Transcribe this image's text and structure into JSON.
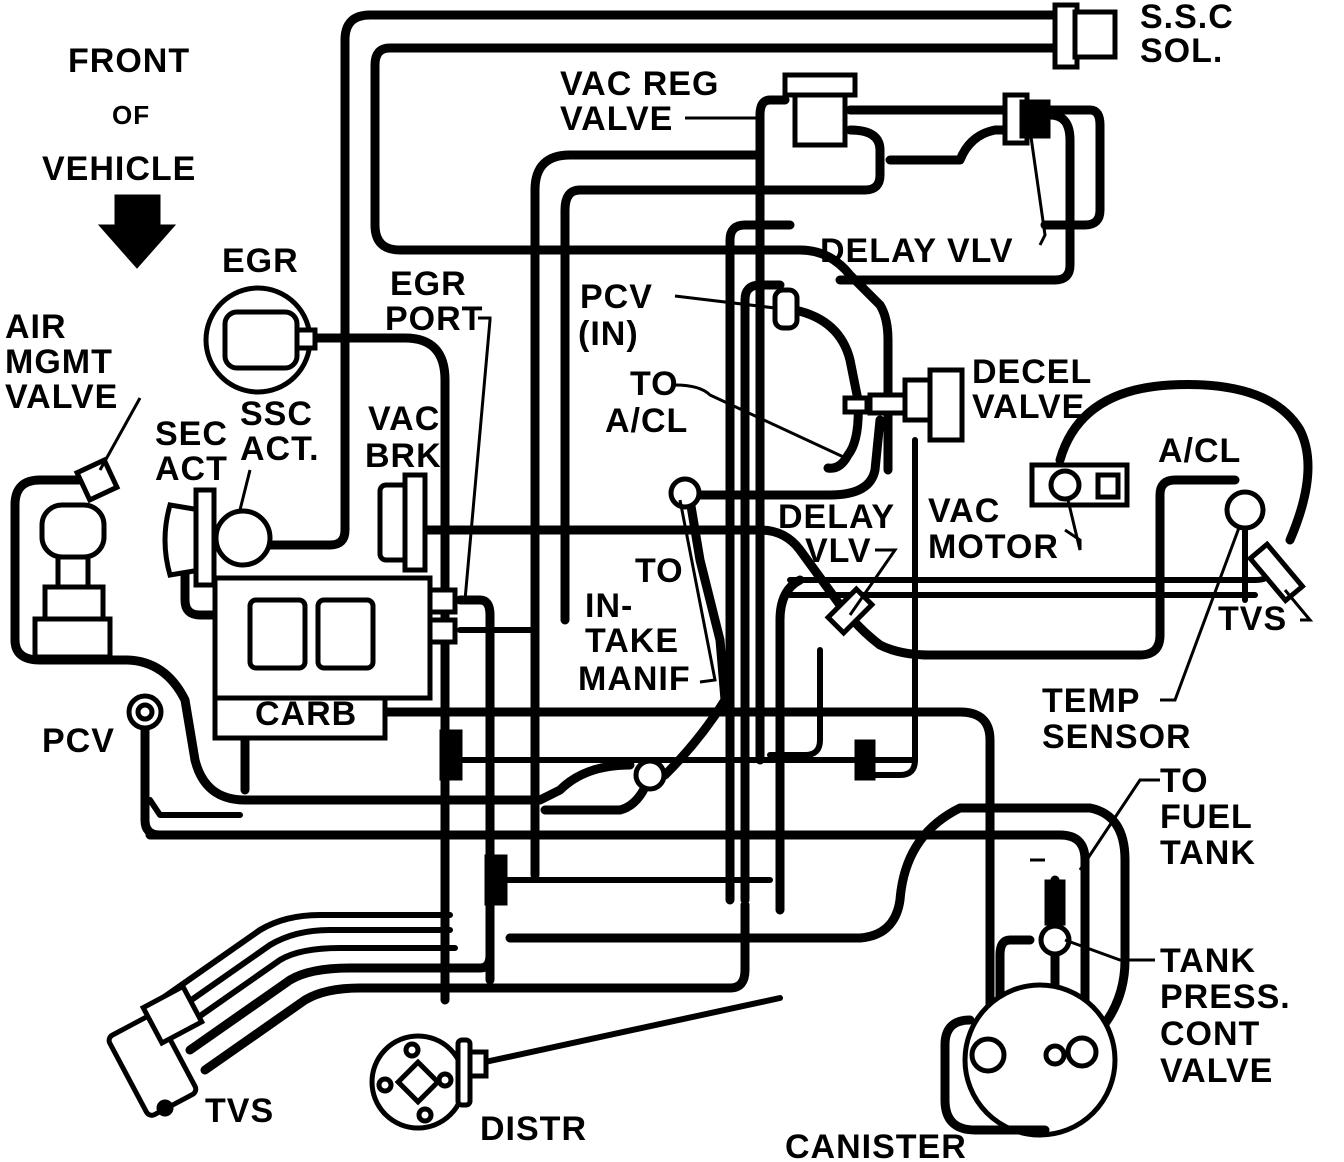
{
  "labels": {
    "front_l1": "FRONT",
    "front_l2": "OF",
    "front_l3": "VEHICLE",
    "ssc_sol_l1": "S.S.C",
    "ssc_sol_l2": "SOL.",
    "vac_reg_l1": "VAC REG",
    "vac_reg_l2": "VALVE",
    "delay_vlv_top": "DELAY VLV",
    "egr": "EGR",
    "egr_port_l1": "EGR",
    "egr_port_l2": "PORT",
    "pcv_in_l1": "PCV",
    "pcv_in_l2": "(IN)",
    "to_acl_l1": "TO",
    "to_acl_l2": "A/CL",
    "decel_l1": "DECEL",
    "decel_l2": "VALVE",
    "air_mgmt_l1": "AIR",
    "air_mgmt_l2": "MGMT",
    "air_mgmt_l3": "VALVE",
    "ssc_act_l1": "SSC",
    "ssc_act_l2": "ACT.",
    "sec_act_l1": "SEC",
    "sec_act_l2": "ACT",
    "vac_brk_l1": "VAC",
    "vac_brk_l2": "BRK",
    "acl": "A/CL",
    "delay_vlv_mid_l1": "DELAY",
    "delay_vlv_mid_l2": "VLV",
    "vac_motor_l1": "VAC",
    "vac_motor_l2": "MOTOR",
    "to_intake_l1": "TO",
    "to_intake_l2": "IN-",
    "to_intake_l3": "TAKE",
    "to_intake_l4": "MANIF",
    "tvs_right": "TVS",
    "carb": "CARB",
    "pcv": "PCV",
    "temp_sensor_l1": "TEMP",
    "temp_sensor_l2": "SENSOR",
    "to_fuel_l1": "TO",
    "to_fuel_l2": "FUEL",
    "to_fuel_l3": "TANK",
    "tank_press_l1": "TANK",
    "tank_press_l2": "PRESS.",
    "tank_press_l3": "CONT",
    "tank_press_l4": "VALVE",
    "tvs_bottom": "TVS",
    "distr": "DISTR",
    "canister": "CANISTER"
  }
}
